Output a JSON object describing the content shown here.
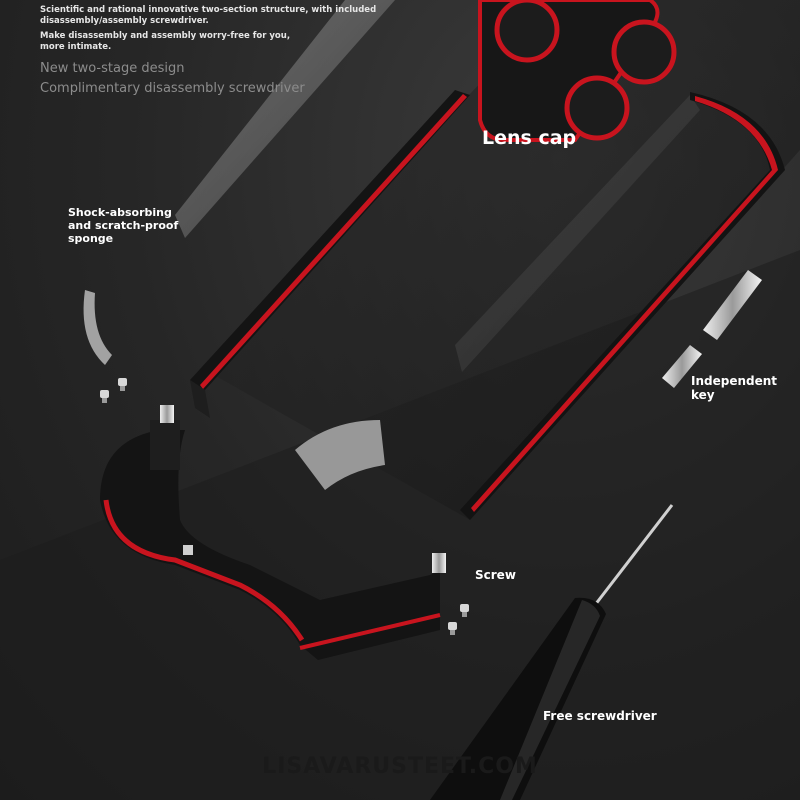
{
  "intro": {
    "lines": [
      "Scientific and rational innovative two-section structure, with included",
      "disassembly/assembly screwdriver.",
      "Make disassembly and assembly worry-free for you,",
      "more intimate."
    ],
    "sub_lines": [
      "New two-stage design",
      "Complimentary disassembly screwdriver"
    ]
  },
  "labels": {
    "lens_cap": "Lens cap",
    "sponge": [
      "Shock-absorbing",
      "and scratch-proof",
      "sponge"
    ],
    "key": [
      "Independent",
      "key"
    ],
    "screw": "Screw",
    "screwdriver": "Free screwdriver"
  },
  "watermark": "LISAVARUSTEET.COM",
  "colors": {
    "background": "#262626",
    "frame_black": "#111111",
    "accent_red": "#c8141e",
    "text": "#ffffff"
  }
}
